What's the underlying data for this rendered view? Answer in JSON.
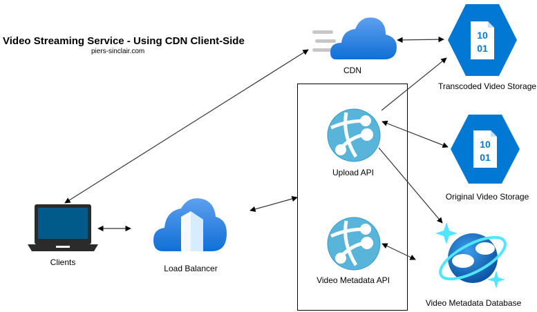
{
  "header": {
    "title": "Video Streaming Service - Using CDN Client-Side",
    "subtitle": "piers-sinclair.com"
  },
  "nodes": {
    "cdn": {
      "label": "CDN",
      "icon": "cdn-cloud-icon"
    },
    "transcoded_storage": {
      "label": "Transcoded Video Storage",
      "icon": "blob-storage-icon"
    },
    "original_storage": {
      "label": "Original Video Storage",
      "icon": "blob-storage-icon"
    },
    "upload_api": {
      "label": "Upload API",
      "icon": "app-service-icon"
    },
    "metadata_api": {
      "label": "Video Metadata API",
      "icon": "app-service-icon"
    },
    "metadata_db": {
      "label": "Video Metadata Database",
      "icon": "cosmos-db-icon"
    },
    "clients": {
      "label": "Clients",
      "icon": "laptop-icon"
    },
    "load_balancer": {
      "label": "Load Balancer",
      "icon": "load-balancer-icon"
    }
  },
  "storage_icon_text": {
    "line1": "10",
    "line2": "01"
  },
  "colors": {
    "azure_blue": "#0078d4",
    "azure_light": "#50a5e6",
    "app_service": "#59b4d9",
    "laptop_screen": "#005b8a",
    "edge": "#333333"
  }
}
